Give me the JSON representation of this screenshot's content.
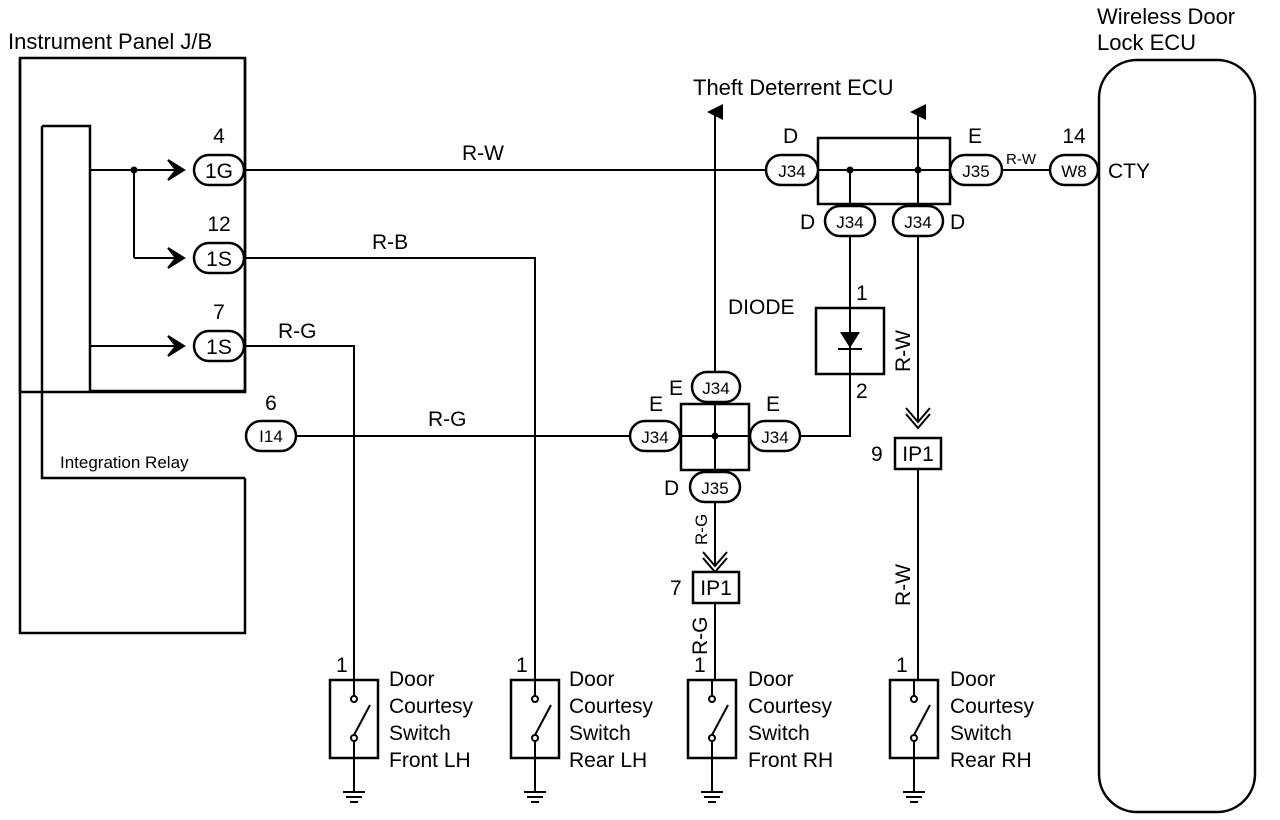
{
  "components": {
    "jb": {
      "title": "Instrument Panel J/B",
      "relay": "Integration Relay"
    },
    "ecu": {
      "line1": "Wireless Door",
      "line2": "Lock ECU",
      "terminal": "CTY"
    },
    "theft": {
      "label": "Theft Deterrent ECU"
    },
    "diode": {
      "label": "DIODE",
      "pin_top": "1",
      "pin_bottom": "2"
    }
  },
  "connectors": {
    "c1g": {
      "code": "1G",
      "pin": "4"
    },
    "c1s_a": {
      "code": "1S",
      "pin": "12"
    },
    "c1s_b": {
      "code": "1S",
      "pin": "7"
    },
    "c114": {
      "code": "I14",
      "pin": "6"
    },
    "j34_top_left": {
      "code": "J34",
      "side": "D"
    },
    "j35_top_right": {
      "code": "J35",
      "side": "E"
    },
    "j34_bot_a": {
      "code": "J34",
      "side": "D"
    },
    "j34_bot_b": {
      "code": "J34",
      "side": "D"
    },
    "w8": {
      "code": "W8",
      "pin": "14"
    },
    "j34_cross_top": {
      "code": "J34",
      "side": "E"
    },
    "j34_cross_left": {
      "code": "J34",
      "side": "E"
    },
    "j34_cross_right": {
      "code": "J34",
      "side": "E"
    },
    "j35_cross_bottom": {
      "code": "J35",
      "side": "D"
    },
    "ip1_left": {
      "code": "IP1",
      "pin": "7"
    },
    "ip1_right": {
      "code": "IP1",
      "pin": "9"
    }
  },
  "wires": {
    "rw_top": "R-W",
    "rw_ecu": "R-W",
    "rb": "R-B",
    "rg_a": "R-G",
    "rg_b": "R-G",
    "rg_v1": "R-G",
    "rg_v2": "R-G",
    "rw_v1": "R-W",
    "rw_v2": "R-W"
  },
  "switches": [
    {
      "line1": "Door",
      "line2": "Courtesy",
      "line3": "Switch",
      "line4": "Front LH",
      "pin": "1"
    },
    {
      "line1": "Door",
      "line2": "Courtesy",
      "line3": "Switch",
      "line4": "Rear LH",
      "pin": "1"
    },
    {
      "line1": "Door",
      "line2": "Courtesy",
      "line3": "Switch",
      "line4": "Front RH",
      "pin": "1"
    },
    {
      "line1": "Door",
      "line2": "Courtesy",
      "line3": "Switch",
      "line4": "Rear RH",
      "pin": "1"
    }
  ]
}
